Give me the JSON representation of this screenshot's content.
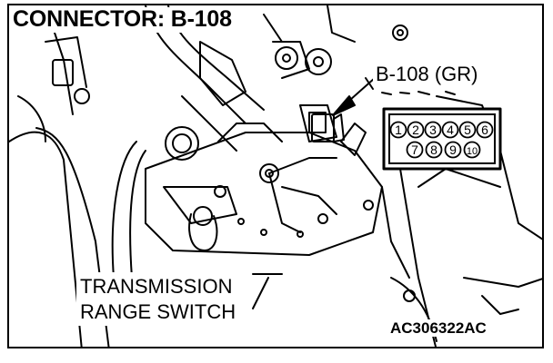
{
  "diagram": {
    "title": "CONNECTOR: B-108",
    "connector_label": "B-108 (GR)",
    "component_label": {
      "line1": "TRANSMISSION",
      "line2": "RANGE SWITCH"
    },
    "figure_code": "AC306322AC",
    "connector_pins": {
      "top_row": [
        "1",
        "2",
        "3",
        "4",
        "5",
        "6"
      ],
      "bottom_row": [
        "7",
        "8",
        "9",
        "10"
      ]
    }
  }
}
